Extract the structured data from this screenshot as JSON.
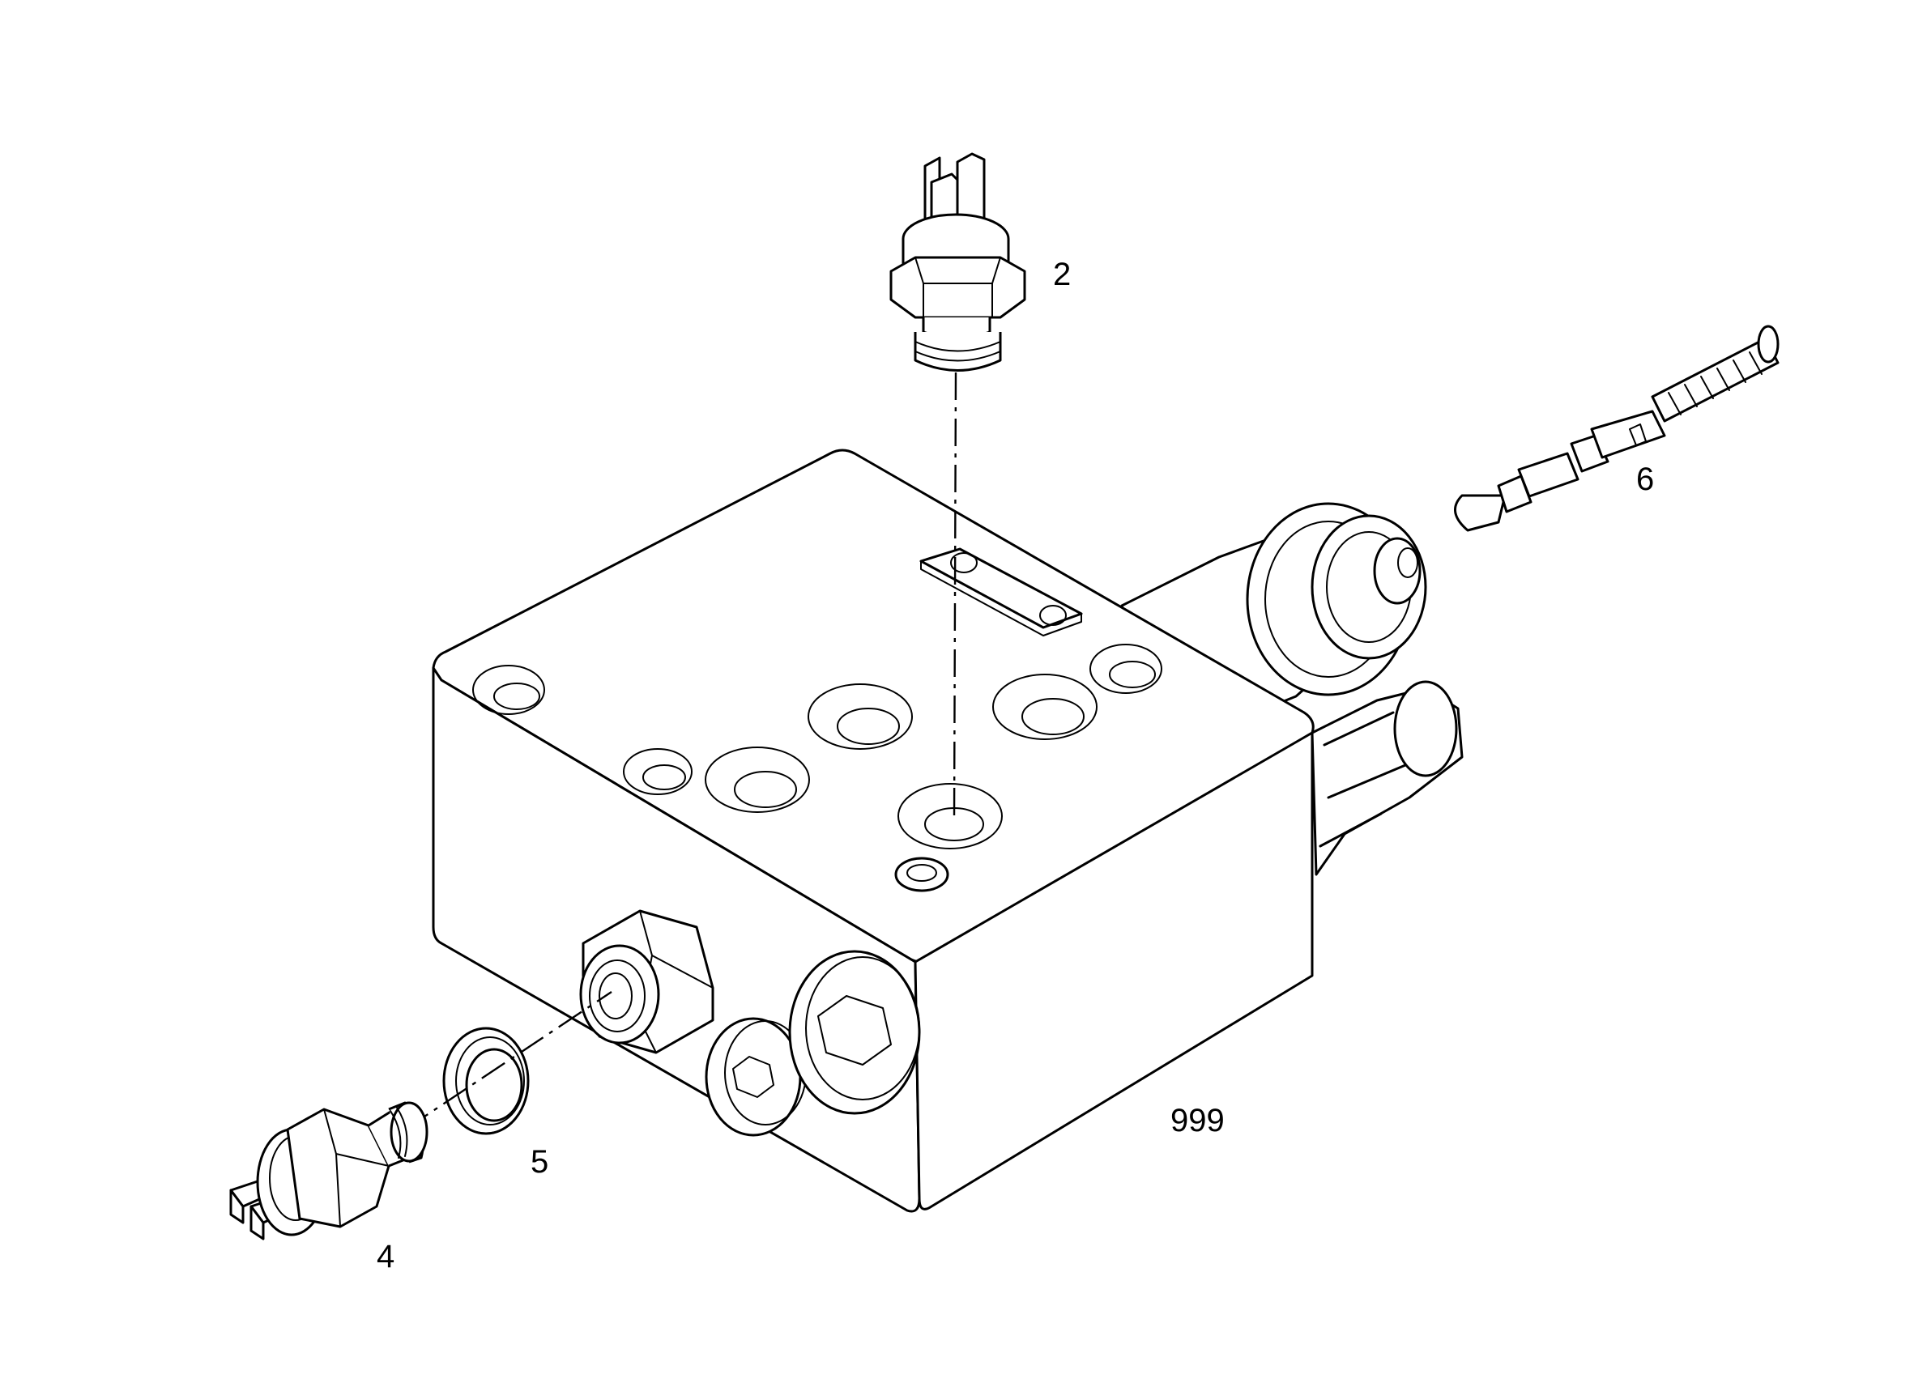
{
  "callouts": {
    "p2": "2",
    "p4": "4",
    "p5": "5",
    "p6": "6",
    "p999": "999"
  }
}
